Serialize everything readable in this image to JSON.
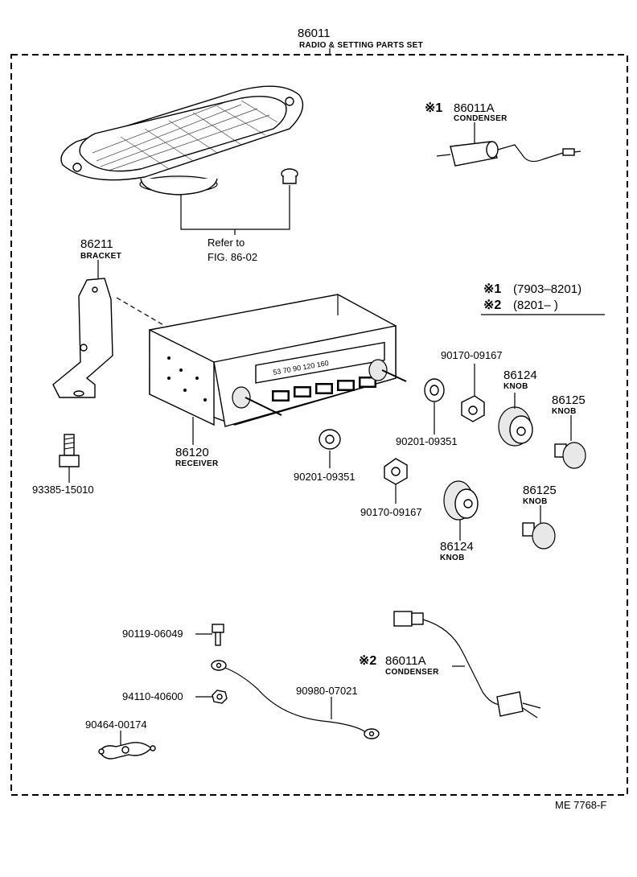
{
  "set": {
    "part_no": "86011",
    "name": "RADIO & SETTING PARTS SET"
  },
  "speaker_ref": {
    "line1": "Refer to",
    "line2": "FIG. 86-02"
  },
  "condenser_1": {
    "mark": "※1",
    "part_no": "86011A",
    "name": "CONDENSER"
  },
  "condenser_2": {
    "mark": "※2",
    "part_no": "86011A",
    "name": "CONDENSER"
  },
  "legend": {
    "row1_mark": "※1",
    "row1_range": "(7903–8201)",
    "row2_mark": "※2",
    "row2_range": "(8201–        )"
  },
  "bracket": {
    "part_no": "86211",
    "name": "BRACKET"
  },
  "receiver": {
    "part_no": "86120",
    "name": "RECEIVER",
    "dial_text": "53 70 90 120 160"
  },
  "bolt": {
    "part_no": "93385-15010"
  },
  "washer_a": {
    "part_no": "90201-09351"
  },
  "washer_b": {
    "part_no": "90201-09351"
  },
  "nut_a": {
    "part_no": "90170-09167"
  },
  "nut_b": {
    "part_no": "90170-09167"
  },
  "knob_a": {
    "part_no": "86124",
    "name": "KNOB"
  },
  "knob_b": {
    "part_no": "86124",
    "name": "KNOB"
  },
  "knob_c": {
    "part_no": "86125",
    "name": "KNOB"
  },
  "knob_d": {
    "part_no": "86125",
    "name": "KNOB"
  },
  "screw": {
    "part_no": "90119-06049"
  },
  "nut_small": {
    "part_no": "94110-40600"
  },
  "clip": {
    "part_no": "90464-00174"
  },
  "ground_wire": {
    "part_no": "90980-07021"
  },
  "footer": {
    "code": "ME  7768-F"
  }
}
